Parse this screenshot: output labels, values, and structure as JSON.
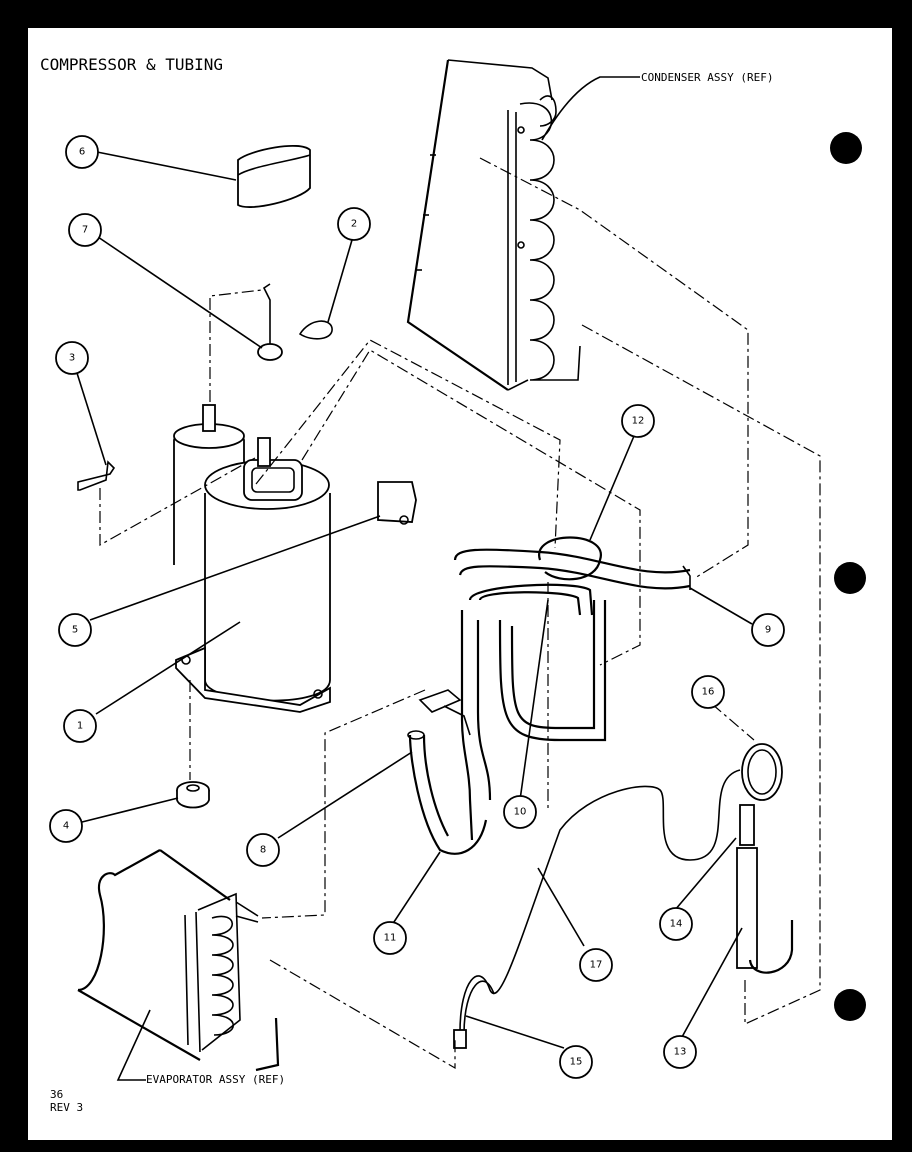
{
  "title": "COMPRESSOR & TUBING",
  "condenser_label": "CONDENSER ASSY (REF)",
  "evaporator_label": "EVAPORATOR ASSY (REF)",
  "page_number": "36",
  "revision": "REV 3",
  "callouts": [
    "1",
    "2",
    "3",
    "4",
    "5",
    "6",
    "7",
    "8",
    "9",
    "10",
    "11",
    "12",
    "13",
    "14",
    "15",
    "16",
    "17"
  ]
}
